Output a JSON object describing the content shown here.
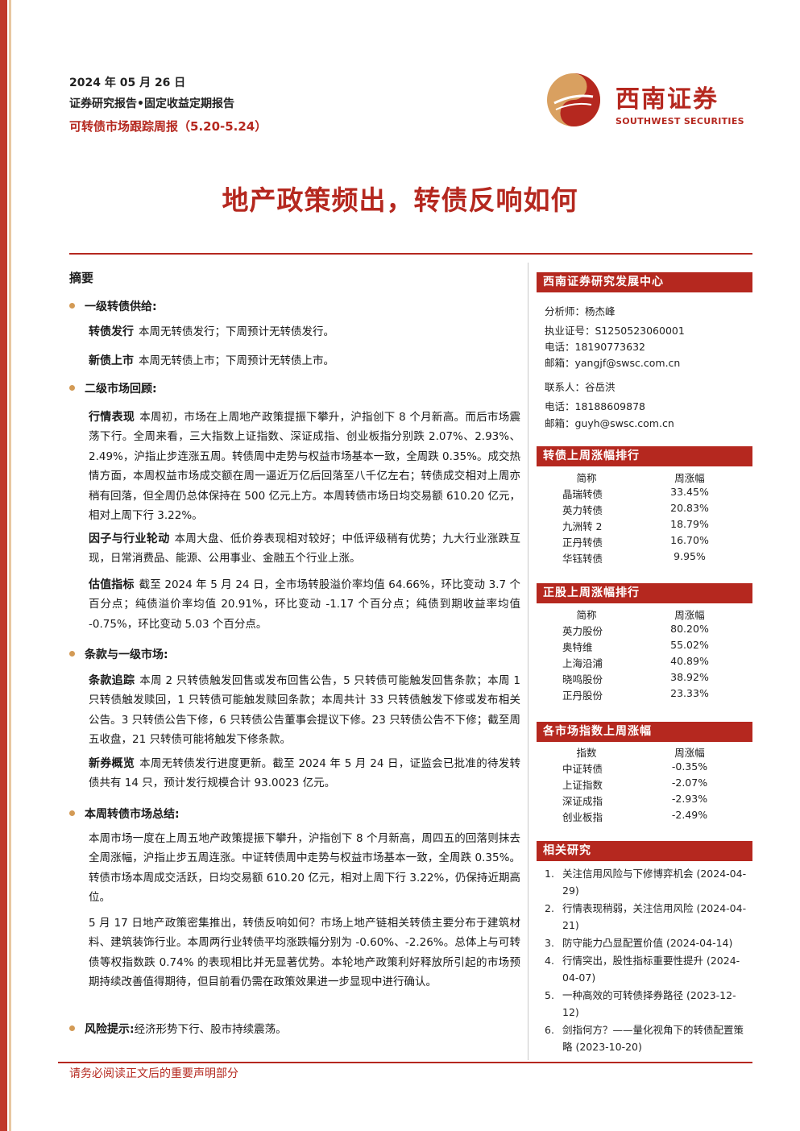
{
  "header": {
    "date": "2024 年 05 月 26 日",
    "report_type": "证券研究报告•固定收益定期报告",
    "subtitle": "可转债市场跟踪周报（5.20-5.24）"
  },
  "logo": {
    "cn": "西南证券",
    "en": "SOUTHWEST SECURITIES"
  },
  "title": "地产政策频出，转债反响如何",
  "abstract": {
    "heading": "摘要",
    "s1_head": "一级转债供给:",
    "s1_p1_lead": "转债发行",
    "s1_p1_text": "本周无转债发行；下周预计无转债发行。",
    "s1_p2_lead": "新债上市",
    "s1_p2_text": "本周无转债上市；下周预计无转债上市。",
    "s2_head": "二级市场回顾:",
    "s2_p1_lead": "行情表现",
    "s2_p1_text": "本周初，市场在上周地产政策提振下攀升，沪指创下 8 个月新高。而后市场震荡下行。全周来看，三大指数上证指数、深证成指、创业板指分别跌 2.07%、2.93%、2.49%，沪指止步连涨五周。转债周中走势与权益市场基本一致，全周跌 0.35%。成交热情方面，本周权益市场成交额在周一逼近万亿后回落至八千亿左右；转债成交相对上周亦稍有回落，但全周仍总体保持在 500 亿元上方。本周转债市场日均交易额 610.20 亿元，相对上周下行 3.22%。",
    "s2_p2_lead": "因子与行业轮动",
    "s2_p2_text": "本周大盘、低价券表现相对较好；中低评级稍有优势；九大行业涨跌互现，日常消费品、能源、公用事业、金融五个行业上涨。",
    "s2_p3_lead": "估值指标",
    "s2_p3_text": "截至 2024 年 5 月 24 日，全市场转股溢价率均值 64.66%，环比变动 3.7 个百分点；纯债溢价率均值 20.91%，环比变动 -1.17 个百分点；纯债到期收益率均值 -0.75%，环比变动 5.03 个百分点。",
    "s3_head": "条款与一级市场:",
    "s3_p1_lead": "条款追踪",
    "s3_p1_text": "本周 2 只转债触发回售或发布回售公告，5 只转债可能触发回售条款；本周 1 只转债触发赎回，1 只转债可能触发赎回条款；本周共计 33 只转债触发下修或发布相关公告。3 只转债公告下修，6 只转债公告董事会提议下修。23 只转债公告不下修；截至周五收盘，21 只转债可能将触发下修条款。",
    "s3_p2_lead": "新券概览",
    "s3_p2_text": "本周无转债发行进度更新。截至 2024 年 5 月 24 日，证监会已批准的待发转债共有 14 只，预计发行规模合计 93.0023 亿元。",
    "s4_head": "本周转债市场总结:",
    "s4_p1": "本周市场一度在上周五地产政策提振下攀升，沪指创下 8 个月新高，周四五的回落则抹去全周涨幅，沪指止步五周连涨。中证转债周中走势与权益市场基本一致，全周跌 0.35%。转债市场本周成交活跃，日均交易额 610.20 亿元，相对上周下行 3.22%，仍保持近期高位。",
    "s4_p2": "5 月 17 日地产政策密集推出，转债反响如何？市场上地产链相关转债主要分布于建筑材料、建筑装饰行业。本周两行业转债平均涨跌幅分别为 -0.60%、-2.26%。总体上与可转债等权指数跌 0.74% 的表现相比并无显著优势。本轮地产政策利好释放所引起的市场预期持续改善值得期待，但目前看仍需在政策效果进一步显现中进行确认。",
    "s5_head": "风险提示:",
    "s5_text": "经济形势下行、股市持续震荡。"
  },
  "sidebar": {
    "center": "西南证券研究发展中心",
    "analyst1": "分析师：杨杰峰",
    "cert": "执业证号：S1250523060001",
    "phone1": "电话：18190773632",
    "email1": "邮箱：yangjf@swsc.com.cn",
    "contact": "联系人：谷岳洪",
    "phone2": "电话：18188609878",
    "email2": "邮箱：guyh@swsc.com.cn",
    "t1_title": "转债上周涨幅排行",
    "t1_cols": [
      "简称",
      "周涨幅"
    ],
    "t1_rows": [
      [
        "晶瑞转债",
        "33.45%"
      ],
      [
        "英力转债",
        "20.83%"
      ],
      [
        "九洲转 2",
        "18.79%"
      ],
      [
        "正丹转债",
        "16.70%"
      ],
      [
        "华钰转债",
        "9.95%"
      ]
    ],
    "t2_title": "正股上周涨幅排行",
    "t2_cols": [
      "简称",
      "周涨幅"
    ],
    "t2_rows": [
      [
        "英力股份",
        "80.20%"
      ],
      [
        "奥特维",
        "55.02%"
      ],
      [
        "上海沿浦",
        "40.89%"
      ],
      [
        "晓鸣股份",
        "38.92%"
      ],
      [
        "正丹股份",
        "23.33%"
      ]
    ],
    "t3_title": "各市场指数上周涨幅",
    "t3_cols": [
      "指数",
      "周涨幅"
    ],
    "t3_rows": [
      [
        "中证转债",
        "-0.35%"
      ],
      [
        "上证指数",
        "-2.07%"
      ],
      [
        "深证成指",
        "-2.93%"
      ],
      [
        "创业板指",
        "-2.49%"
      ]
    ],
    "rel_title": "相关研究",
    "rel_items": [
      [
        "1.",
        "关注信用风险与下修博弈机会 (2024-04-29)"
      ],
      [
        "2.",
        "行情表现稍弱，关注信用风险 (2024-04-21)"
      ],
      [
        "3.",
        "防守能力凸显配置价值 (2024-04-14)"
      ],
      [
        "4.",
        "行情突出，股性指标重要性提升 (2024-04-07)"
      ],
      [
        "5.",
        "一种高效的可转债择券路径 (2023-12-12)"
      ],
      [
        "6.",
        "剑指何方？——量化视角下的转债配置策略 (2023-10-20)"
      ]
    ]
  },
  "footer": "请务必阅读正文后的重要声明部分",
  "colors": {
    "brand_red": "#b5281f",
    "bullet": "#d39a55"
  }
}
